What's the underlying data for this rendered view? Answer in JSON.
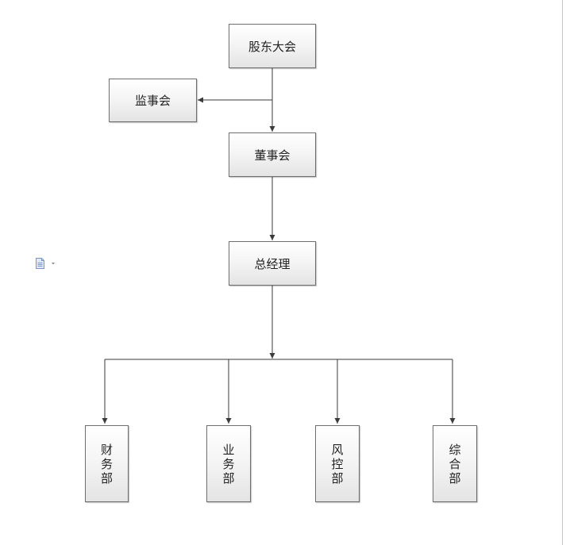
{
  "nodes": {
    "shareholders": "股东大会",
    "supervisors": "监事会",
    "board": "董事会",
    "general_manager": "总经理",
    "finance": [
      "财",
      "务",
      "部"
    ],
    "business": [
      "业",
      "务",
      "部"
    ],
    "risk": [
      "风",
      "控",
      "部"
    ],
    "general_affairs": [
      "综",
      "合",
      "部"
    ]
  },
  "icons": {
    "document": "document-icon",
    "dropdown": "dropdown-caret-icon"
  }
}
